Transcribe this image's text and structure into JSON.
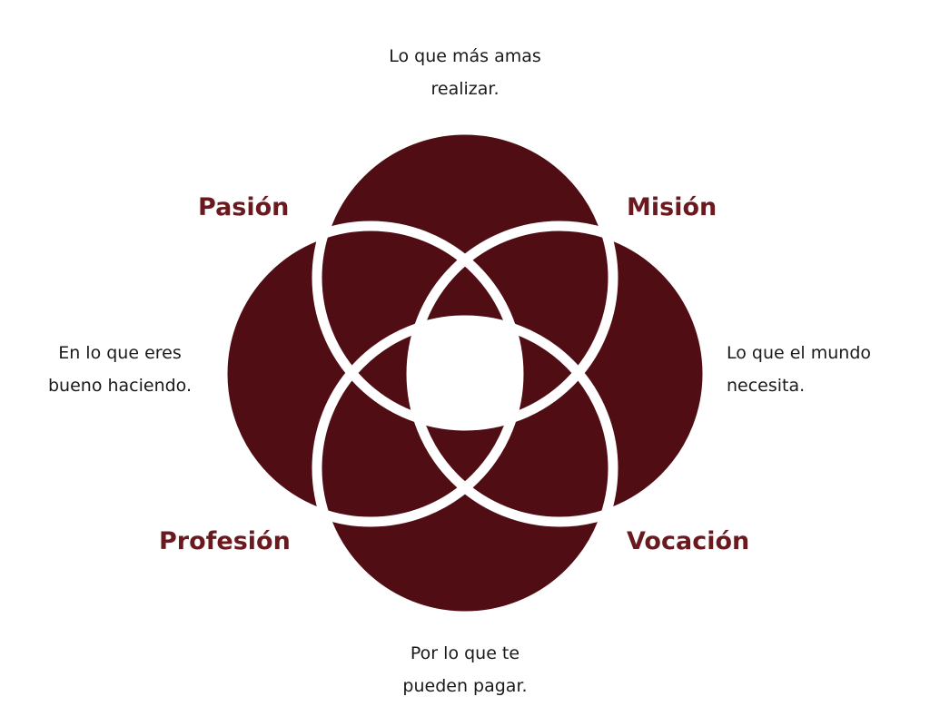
{
  "colors": {
    "fill": "#500d13",
    "title": "#6a1a1f",
    "lines": "#ffffff"
  },
  "labels": {
    "pasion": "Pasión",
    "mision": "Misión",
    "profesion": "Profesión",
    "vocacion": "Vocación"
  },
  "descriptions": {
    "top": [
      "Lo que más amas",
      "realizar."
    ],
    "left": [
      "En lo que eres",
      "bueno haciendo."
    ],
    "right": [
      "Lo que el mundo",
      "necesita."
    ],
    "bottom": [
      "Por lo que te",
      "pueden pagar."
    ]
  }
}
